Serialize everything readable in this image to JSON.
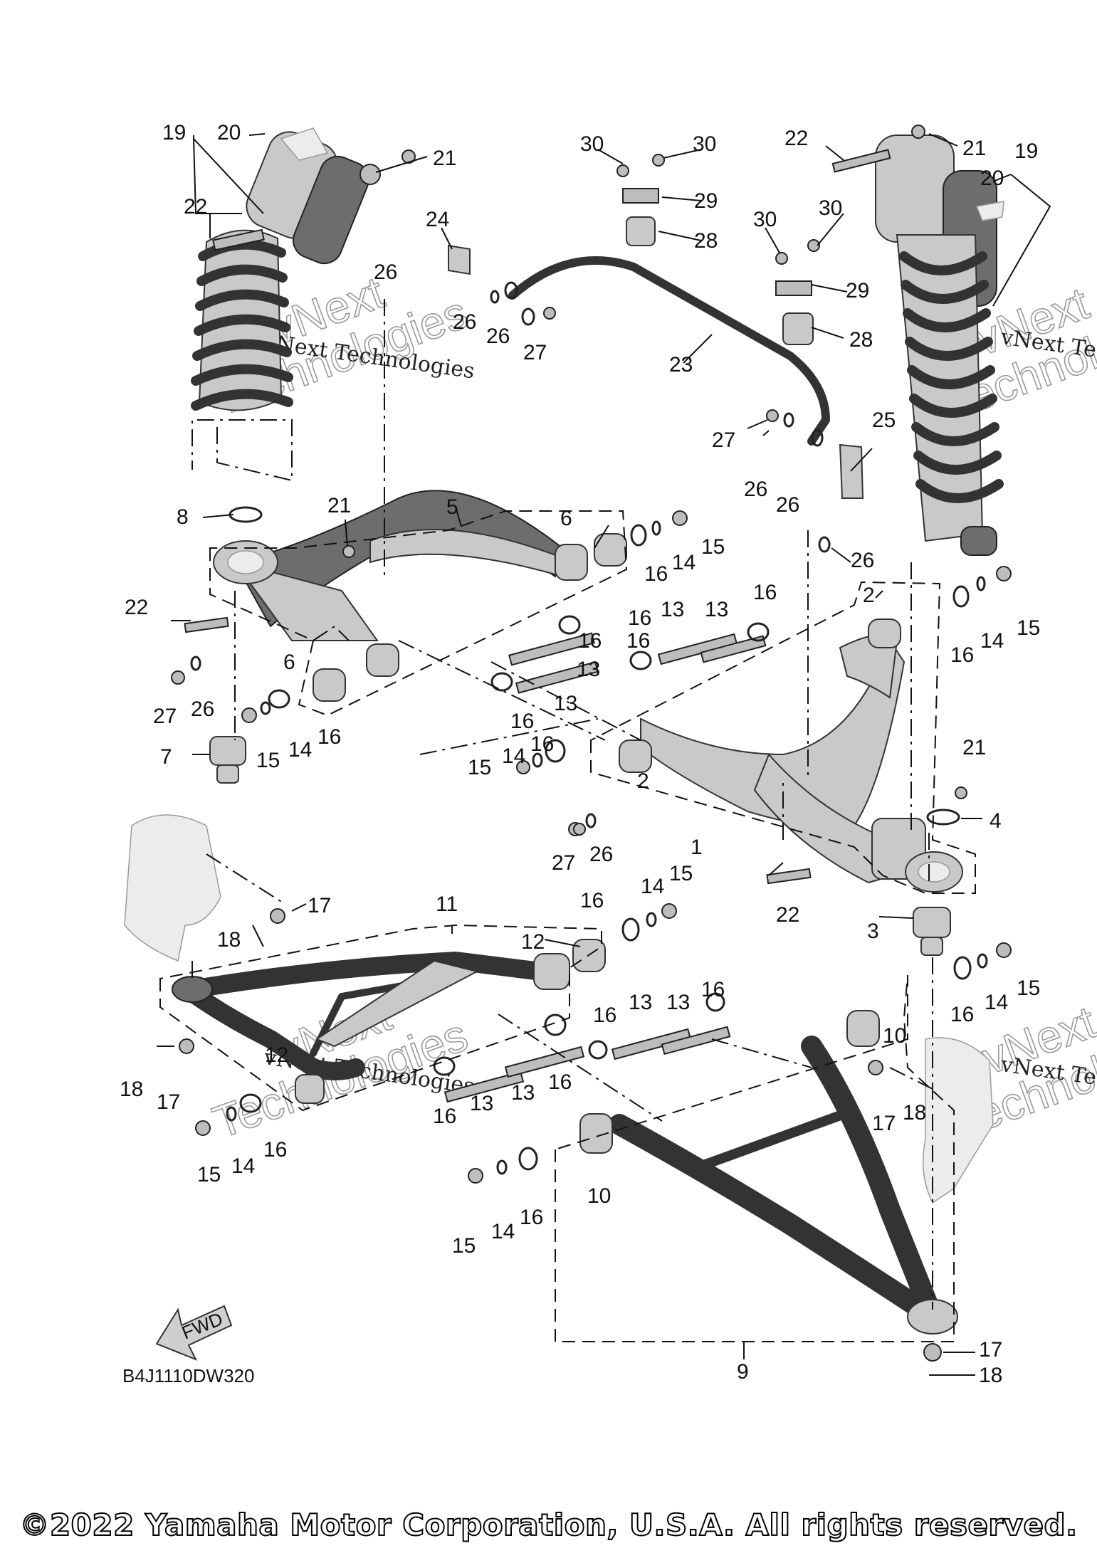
{
  "diagram_code": "B4J1110DW320",
  "fwd_label": "FWD",
  "watermark": {
    "line1": "vNext Technologies",
    "line2a": "vNext",
    "line2b": "Technologies"
  },
  "copyright": "©2022 Yamaha Motor Corporation, U.S.A. All rights reserved.",
  "callouts": [
    {
      "id": "c19a",
      "label": "19"
    },
    {
      "id": "c20a",
      "label": "20"
    },
    {
      "id": "c21a",
      "label": "21"
    },
    {
      "id": "c22a",
      "label": "22"
    },
    {
      "id": "c24",
      "label": "24"
    },
    {
      "id": "c26a",
      "label": "26"
    },
    {
      "id": "c26b",
      "label": "26"
    },
    {
      "id": "c26c",
      "label": "26"
    },
    {
      "id": "c27a",
      "label": "27"
    },
    {
      "id": "c30a",
      "label": "30"
    },
    {
      "id": "c30b",
      "label": "30"
    },
    {
      "id": "c29a",
      "label": "29"
    },
    {
      "id": "c28a",
      "label": "28"
    },
    {
      "id": "c23",
      "label": "23"
    },
    {
      "id": "c22b",
      "label": "22"
    },
    {
      "id": "c21b",
      "label": "21"
    },
    {
      "id": "c19b",
      "label": "19"
    },
    {
      "id": "c20b",
      "label": "20"
    },
    {
      "id": "c30c",
      "label": "30"
    },
    {
      "id": "c30d",
      "label": "30"
    },
    {
      "id": "c29b",
      "label": "29"
    },
    {
      "id": "c28b",
      "label": "28"
    },
    {
      "id": "c27b",
      "label": "27"
    },
    {
      "id": "c26d",
      "label": "26"
    },
    {
      "id": "c26e",
      "label": "26"
    },
    {
      "id": "c25",
      "label": "25"
    },
    {
      "id": "c8",
      "label": "8"
    },
    {
      "id": "c21c",
      "label": "21"
    },
    {
      "id": "c5",
      "label": "5"
    },
    {
      "id": "c6a",
      "label": "6"
    },
    {
      "id": "c16a",
      "label": "16"
    },
    {
      "id": "c14a",
      "label": "14"
    },
    {
      "id": "c15a",
      "label": "15"
    },
    {
      "id": "c26f",
      "label": "26"
    },
    {
      "id": "c22c",
      "label": "22"
    },
    {
      "id": "c2a",
      "label": "2"
    },
    {
      "id": "c16b",
      "label": "16"
    },
    {
      "id": "c14b",
      "label": "14"
    },
    {
      "id": "c15b",
      "label": "15"
    },
    {
      "id": "c16c",
      "label": "16"
    },
    {
      "id": "c13a",
      "label": "13"
    },
    {
      "id": "c13b",
      "label": "13"
    },
    {
      "id": "c16d",
      "label": "16"
    },
    {
      "id": "c16e",
      "label": "16"
    },
    {
      "id": "c16f",
      "label": "16"
    },
    {
      "id": "c13c",
      "label": "13"
    },
    {
      "id": "c13d",
      "label": "13"
    },
    {
      "id": "c16g",
      "label": "16"
    },
    {
      "id": "c6b",
      "label": "6"
    },
    {
      "id": "c27c",
      "label": "27"
    },
    {
      "id": "c26g",
      "label": "26"
    },
    {
      "id": "c15c",
      "label": "15"
    },
    {
      "id": "c14c",
      "label": "14"
    },
    {
      "id": "c16h",
      "label": "16"
    },
    {
      "id": "c7",
      "label": "7"
    },
    {
      "id": "c15d",
      "label": "15"
    },
    {
      "id": "c14d",
      "label": "14"
    },
    {
      "id": "c16i",
      "label": "16"
    },
    {
      "id": "c2b",
      "label": "2"
    },
    {
      "id": "c21d",
      "label": "21"
    },
    {
      "id": "c4",
      "label": "4"
    },
    {
      "id": "c1",
      "label": "1"
    },
    {
      "id": "c27d",
      "label": "27"
    },
    {
      "id": "c26h",
      "label": "26"
    },
    {
      "id": "c22d",
      "label": "22"
    },
    {
      "id": "c17a",
      "label": "17"
    },
    {
      "id": "c18a",
      "label": "18"
    },
    {
      "id": "c11",
      "label": "11"
    },
    {
      "id": "c16j",
      "label": "16"
    },
    {
      "id": "c14e",
      "label": "14"
    },
    {
      "id": "c15e",
      "label": "15"
    },
    {
      "id": "c12a",
      "label": "12"
    },
    {
      "id": "c3",
      "label": "3"
    },
    {
      "id": "c16k",
      "label": "16"
    },
    {
      "id": "c14f",
      "label": "14"
    },
    {
      "id": "c15f",
      "label": "15"
    },
    {
      "id": "c13e",
      "label": "13"
    },
    {
      "id": "c13f",
      "label": "13"
    },
    {
      "id": "c16l",
      "label": "16"
    },
    {
      "id": "c16m",
      "label": "16"
    },
    {
      "id": "c10a",
      "label": "10"
    },
    {
      "id": "c12b",
      "label": "12"
    },
    {
      "id": "c13g",
      "label": "13"
    },
    {
      "id": "c13h",
      "label": "13"
    },
    {
      "id": "c16n",
      "label": "16"
    },
    {
      "id": "c16o",
      "label": "16"
    },
    {
      "id": "c18b",
      "label": "18"
    },
    {
      "id": "c17b",
      "label": "17"
    },
    {
      "id": "c14g",
      "label": "14"
    },
    {
      "id": "c16p",
      "label": "16"
    },
    {
      "id": "c15g",
      "label": "15"
    },
    {
      "id": "c17c",
      "label": "17"
    },
    {
      "id": "c18c",
      "label": "18"
    },
    {
      "id": "c10b",
      "label": "10"
    },
    {
      "id": "c16q",
      "label": "16"
    },
    {
      "id": "c14h",
      "label": "14"
    },
    {
      "id": "c15h",
      "label": "15"
    },
    {
      "id": "c9",
      "label": "9"
    },
    {
      "id": "c17d",
      "label": "17"
    },
    {
      "id": "c18d",
      "label": "18"
    }
  ]
}
